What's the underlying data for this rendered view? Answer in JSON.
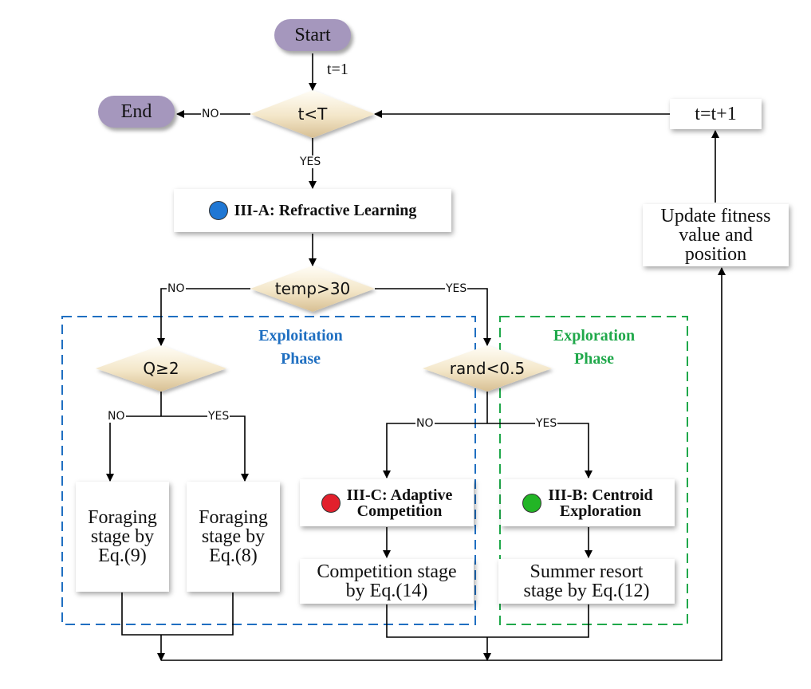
{
  "colors": {
    "terminal_fill": "#a597bd",
    "diamond_light": "#fdf7e9",
    "diamond_dark": "#d9c39a",
    "exploitation_border": "#1f6fc1",
    "exploration_border": "#1fa84a",
    "dot_blue": "#1f77d4",
    "dot_red": "#e2202c",
    "dot_green": "#22b526"
  },
  "nodes": {
    "start": "Start",
    "end": "End",
    "loop_check": "t<T",
    "increment": "t=t+1",
    "update": "Update fitness\nvalue and\nposition",
    "refractive": "III-A: Refractive Learning",
    "temp_check": "temp>30",
    "q_check": "Q≥2",
    "rand_check": "rand<0.5",
    "foraging_9": "Foraging\nstage by\nEq.(9)",
    "foraging_8": "Foraging\nstage by\nEq.(8)",
    "adaptive": "III-C: Adaptive\nCompetition",
    "centroid": "III-B: Centroid\nExploration",
    "competition_stage": "Competition stage\nby Eq.(14)",
    "summer_stage": "Summer resort\nstage by Eq.(12)"
  },
  "edge_labels": {
    "init": "t=1",
    "loop_no": "NO",
    "loop_yes": "YES",
    "temp_no": "NO",
    "temp_yes": "YES",
    "q_no": "NO",
    "q_yes": "YES",
    "rand_no": "NO",
    "rand_yes": "YES"
  },
  "phases": {
    "exploitation": "Exploitation\nPhase",
    "exploration": "Exploration\nPhase"
  },
  "icons": {
    "refractive_dot": "blue-circle-icon",
    "adaptive_dot": "red-circle-icon",
    "centroid_dot": "green-circle-icon"
  }
}
